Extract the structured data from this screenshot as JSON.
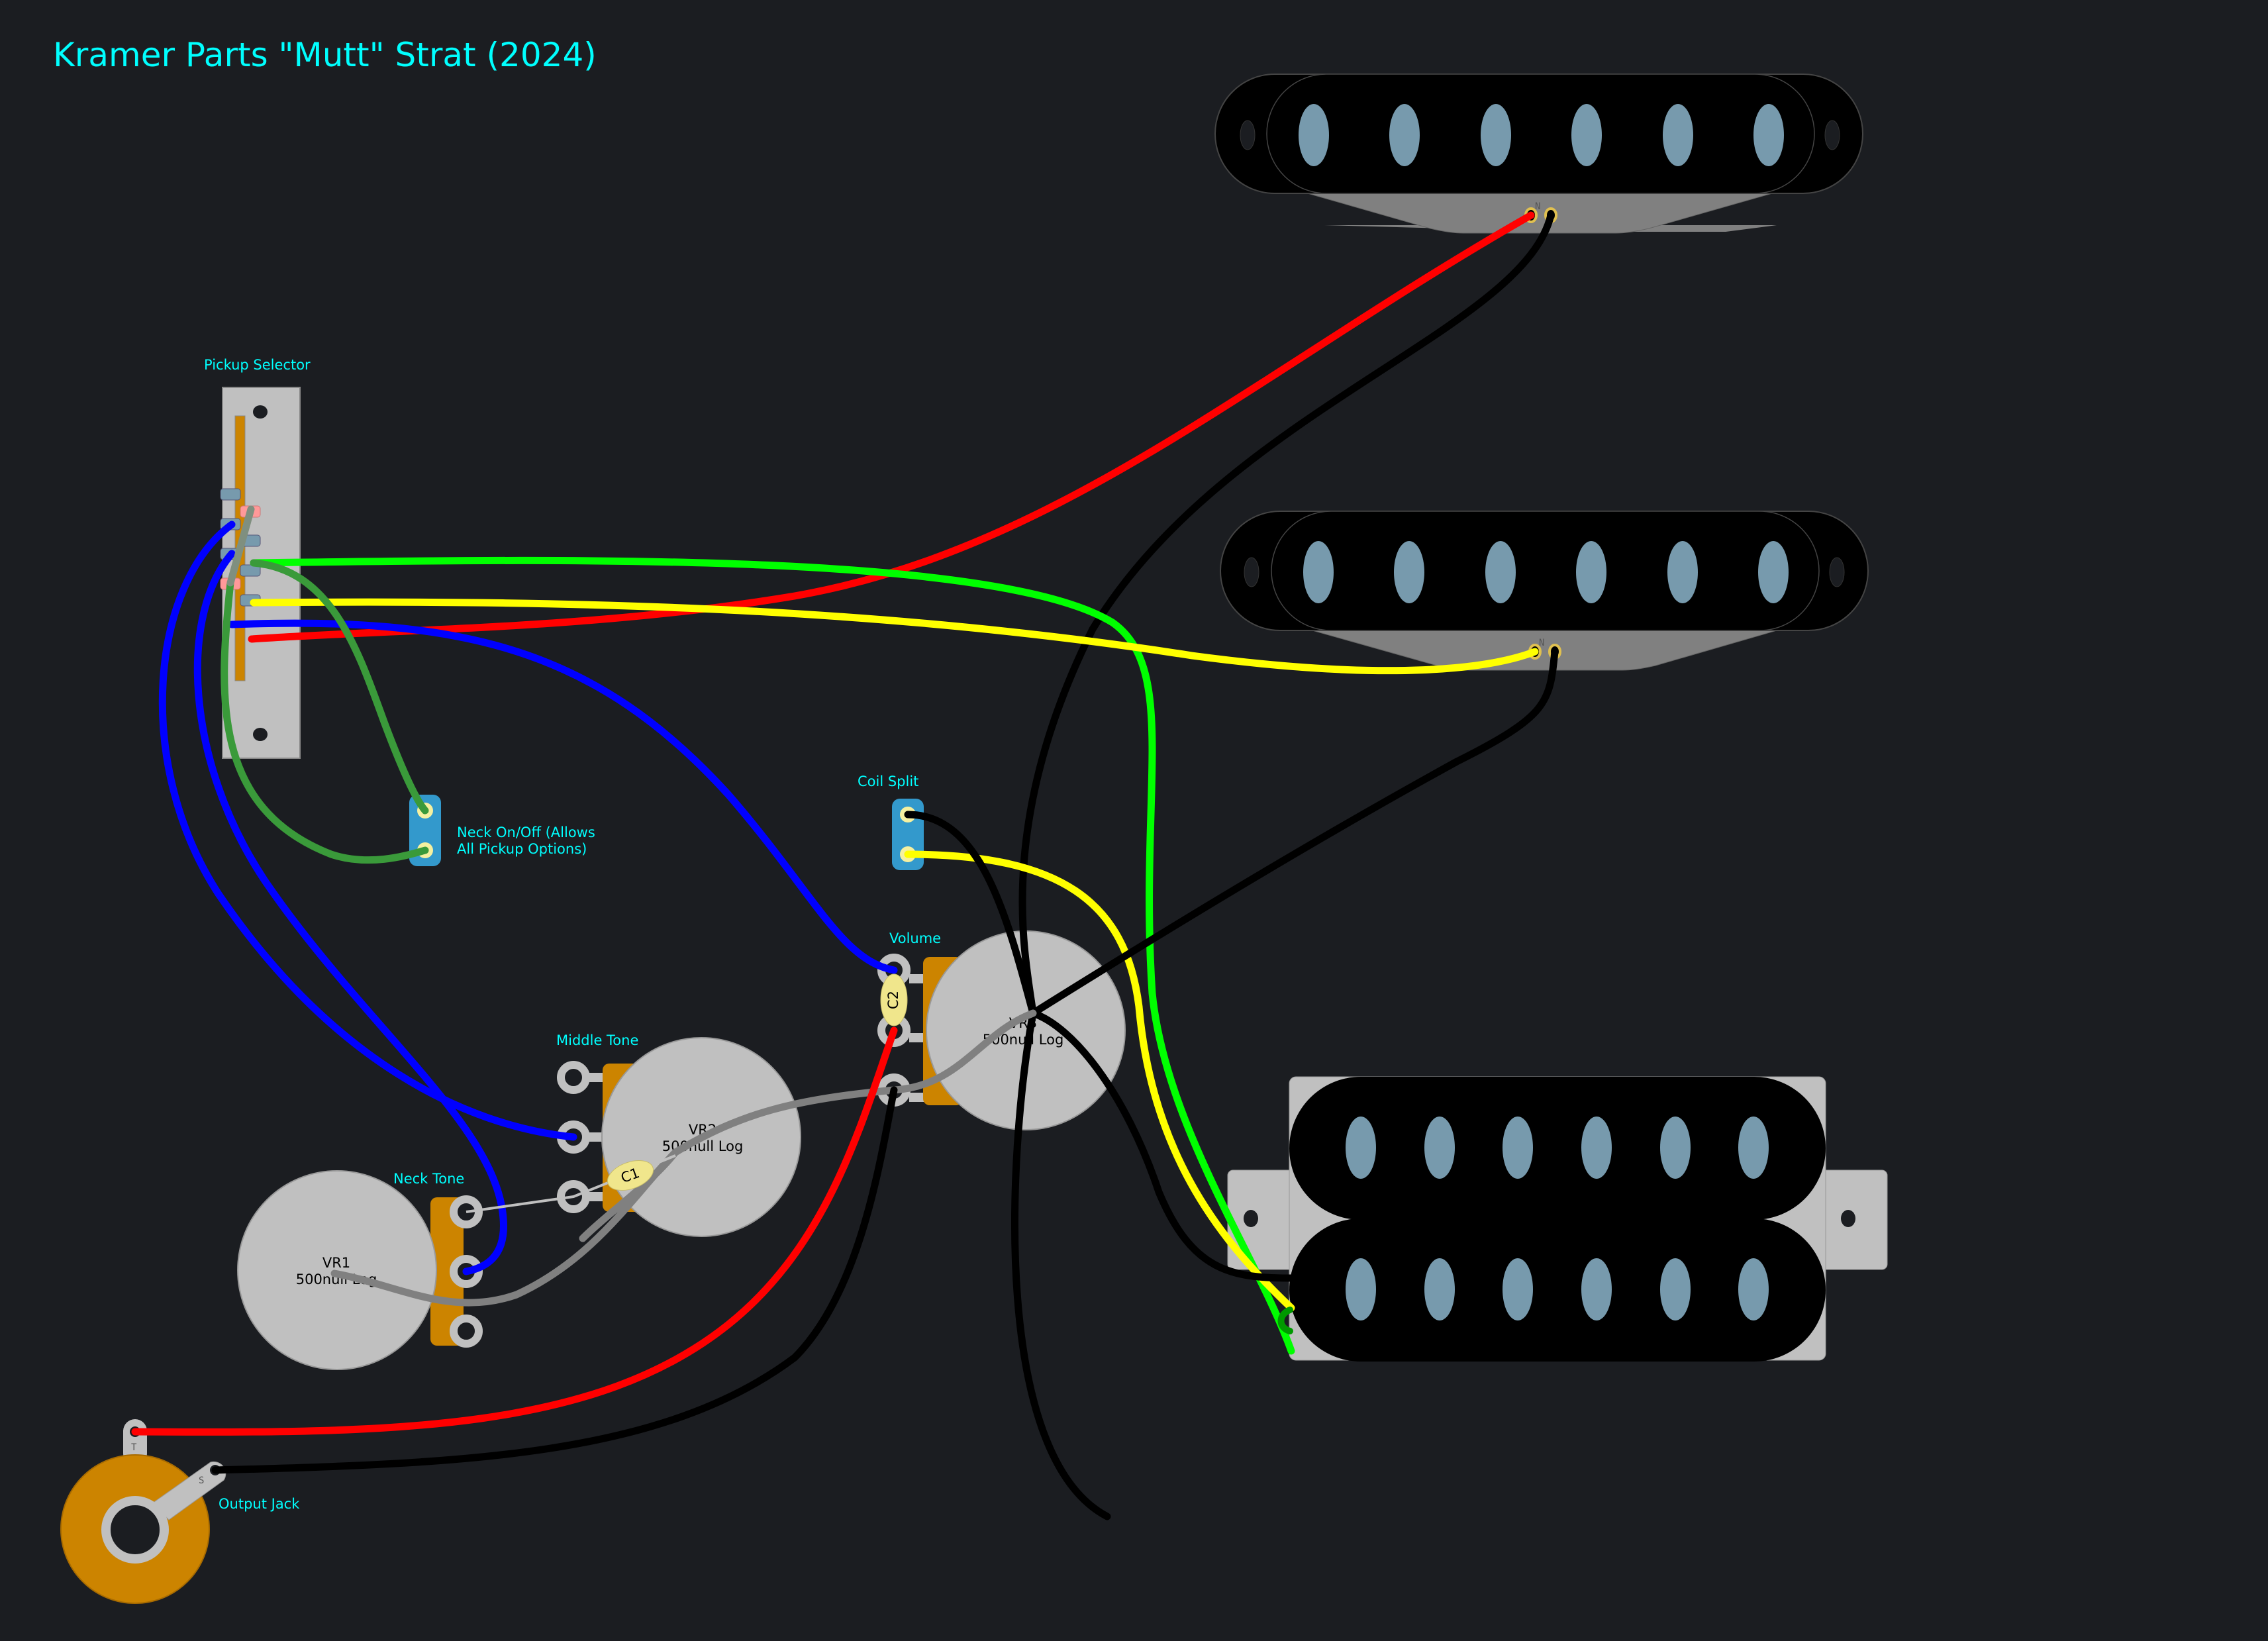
{
  "title": "Kramer Parts \"Mutt\" Strat (2024)",
  "components": {
    "pickup_selector": {
      "label": "Pickup Selector"
    },
    "neck_switch": {
      "label_line1": "Neck On/Off (Allows",
      "label_line2": "All Pickup Options)"
    },
    "coil_split": {
      "label": "Coil Split"
    },
    "volume": {
      "label": "Volume",
      "ref": "VR3",
      "value": "500null Log"
    },
    "middle_tone": {
      "label": "Middle Tone",
      "ref": "VR2",
      "value": "500null Log"
    },
    "neck_tone": {
      "label": "Neck Tone",
      "ref": "VR1",
      "value": "500null Log"
    },
    "output_jack": {
      "label": "Output Jack",
      "tip": "T",
      "sleeve": "S"
    },
    "capacitors": [
      {
        "ref": "C1"
      },
      {
        "ref": "C2"
      }
    ],
    "neck_pickup": {
      "lug": "N"
    },
    "middle_pickup": {
      "lug": "N"
    },
    "bridge_humbucker": {}
  },
  "colors": {
    "background": "#1b1d21",
    "label": "#00ffff",
    "wire_red": "#ff0000",
    "wire_black": "#000000",
    "wire_green": "#00ff00",
    "wire_dark_green": "#3a9a3a",
    "wire_yellow": "#ffff00",
    "wire_blue": "#0000ff",
    "wire_gray": "#808080",
    "pot_body": "#c0c0c0",
    "pot_base": "#cc8400",
    "pole_piece": "#779aad",
    "switch_blue": "#3399cc"
  }
}
